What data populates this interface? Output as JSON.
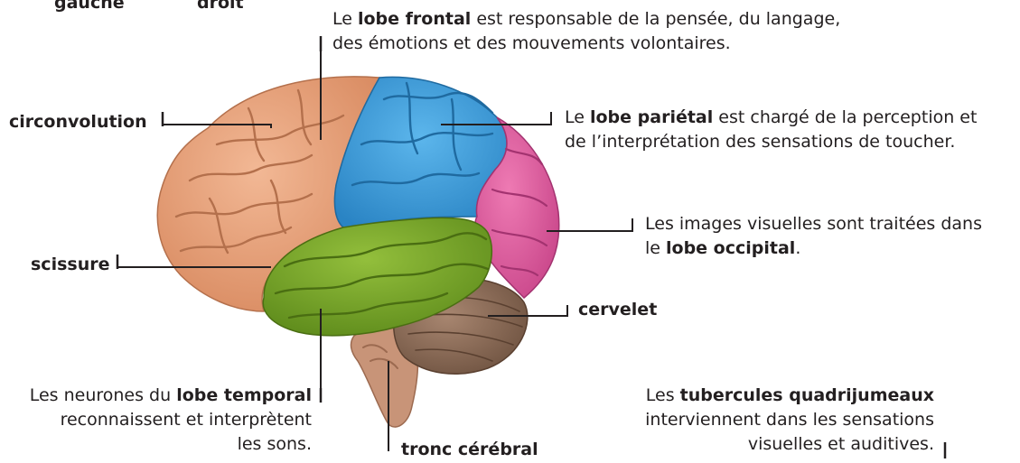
{
  "top_labels": {
    "left": "gauche",
    "right": "droit"
  },
  "frontal": {
    "pre": "Le ",
    "term": "lobe frontal",
    "post": " est responsable de la pensée, du langage,",
    "line2": "des émotions et des mouvements volontaires."
  },
  "parietal": {
    "pre": "Le ",
    "term": "lobe pariétal",
    "post": " est chargé de la perception et",
    "line2": "de l’interprétation des sensations de toucher."
  },
  "occipital": {
    "line1": "Les images visuelles sont traitées dans",
    "pre2": "le ",
    "term": "lobe occipital",
    "post2": "."
  },
  "circonvolution": "circonvolution",
  "scissure": "scissure",
  "cervelet": "cervelet",
  "temporal": {
    "pre": "Les neurones du ",
    "term": "lobe temporal",
    "line2": "reconnaissent et interprètent",
    "line3": "les sons."
  },
  "tronc": "tronc cérébral",
  "tubercules": {
    "pre": "Les ",
    "term": "tubercules quadrijumeaux",
    "line2": "interviennent dans les sensations",
    "line3": "visuelles et auditives."
  },
  "colors": {
    "frontal": "#e8a07a",
    "parietal": "#3b9fdc",
    "occipital": "#e05a9e",
    "temporal": "#7aa82a",
    "cerebellum": "#8a6a52",
    "stem": "#c89478"
  }
}
